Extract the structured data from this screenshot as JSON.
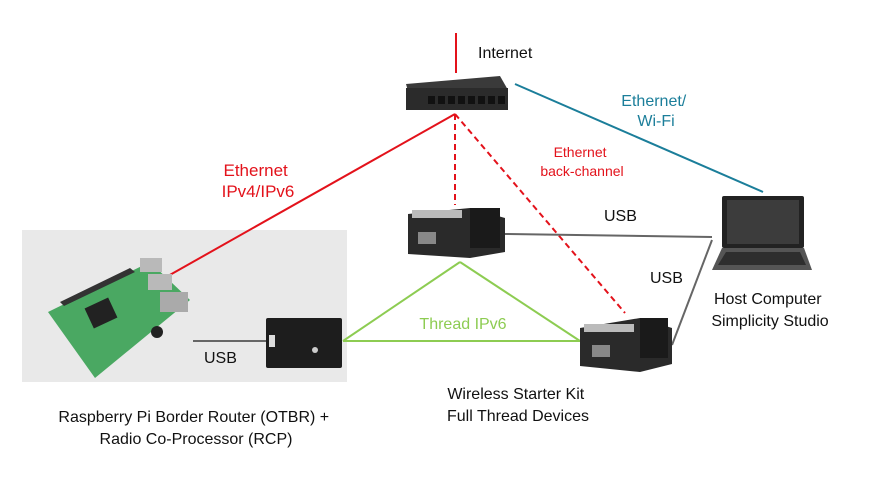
{
  "colors": {
    "ethernet": "#e3121b",
    "wifi": "#1b7e9a",
    "thread": "#8dcc52",
    "usb": "#666666",
    "text": "#111111",
    "panel": "#e9e9e9"
  },
  "labels": {
    "internet": "Internet",
    "ethernet_wifi": [
      "Ethernet/",
      "Wi-Fi"
    ],
    "ethernet_ip": [
      "Ethernet",
      "IPv4/IPv6"
    ],
    "backchannel": [
      "Ethernet",
      "back-channel"
    ],
    "usb_top": "USB",
    "usb_right": "USB",
    "usb_rcp": "USB",
    "thread": "Thread IPv6",
    "host": [
      "Host Computer",
      "Simplicity Studio"
    ],
    "wstk": [
      "Wireless Starter Kit",
      "Full Thread Devices"
    ],
    "otbr": [
      "Raspberry Pi Border Router (OTBR) +",
      "Radio Co-Processor (RCP)"
    ]
  },
  "icons": [
    "network-switch-icon",
    "raspberry-pi-icon",
    "rcp-board-icon",
    "wstk-board-icon",
    "laptop-icon"
  ]
}
